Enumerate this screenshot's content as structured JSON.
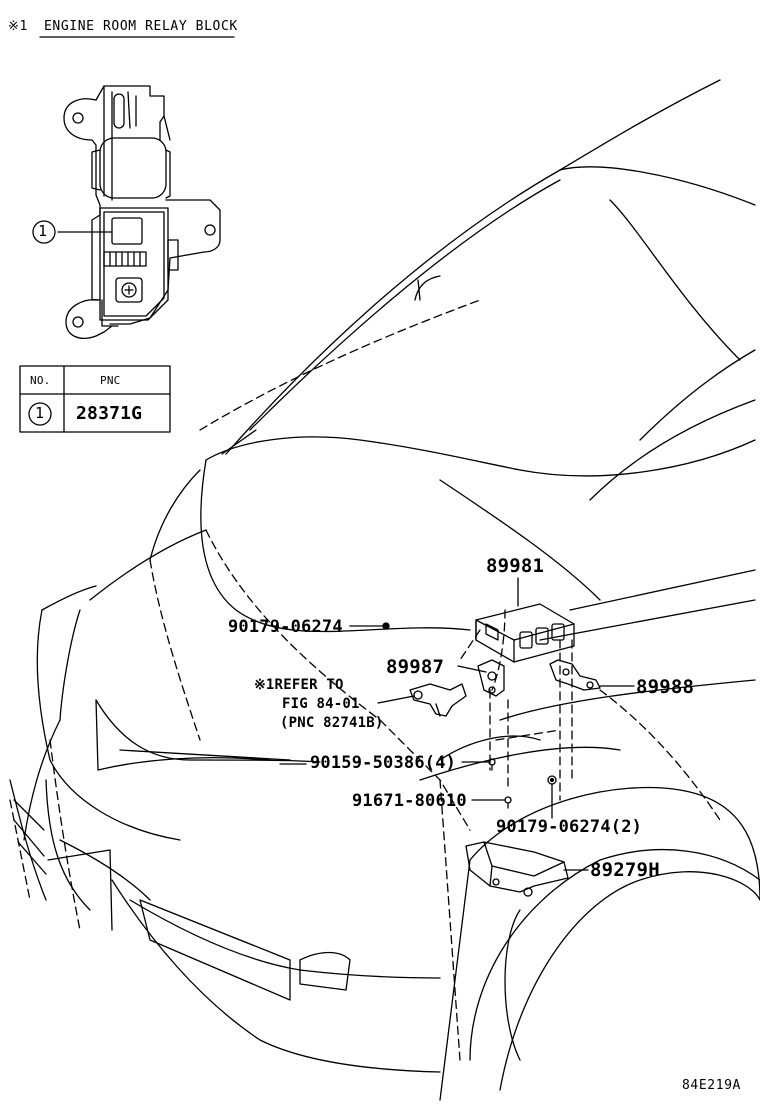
{
  "header": {
    "mark": "※1",
    "title": "ENGINE ROOM RELAY BLOCK"
  },
  "table": {
    "col_no": "NO.",
    "col_pnc": "PNC",
    "rows": [
      {
        "no": "1",
        "pnc": "28371G"
      }
    ]
  },
  "inset": {
    "callout": "1"
  },
  "parts": {
    "p89981": "89981",
    "p90179_top": "90179-06274",
    "p89987": "89987",
    "p89988": "89988",
    "note_line1": "※1REFER TO",
    "note_line2": "FIG 84-01",
    "note_line3": "(PNC 82741B)",
    "p90159": "90159-50386(4)",
    "p91671": "91671-80610",
    "p90179_bottom": "90179-06274(2)",
    "p89279h": "89279H"
  },
  "figure_code": "84E219A"
}
